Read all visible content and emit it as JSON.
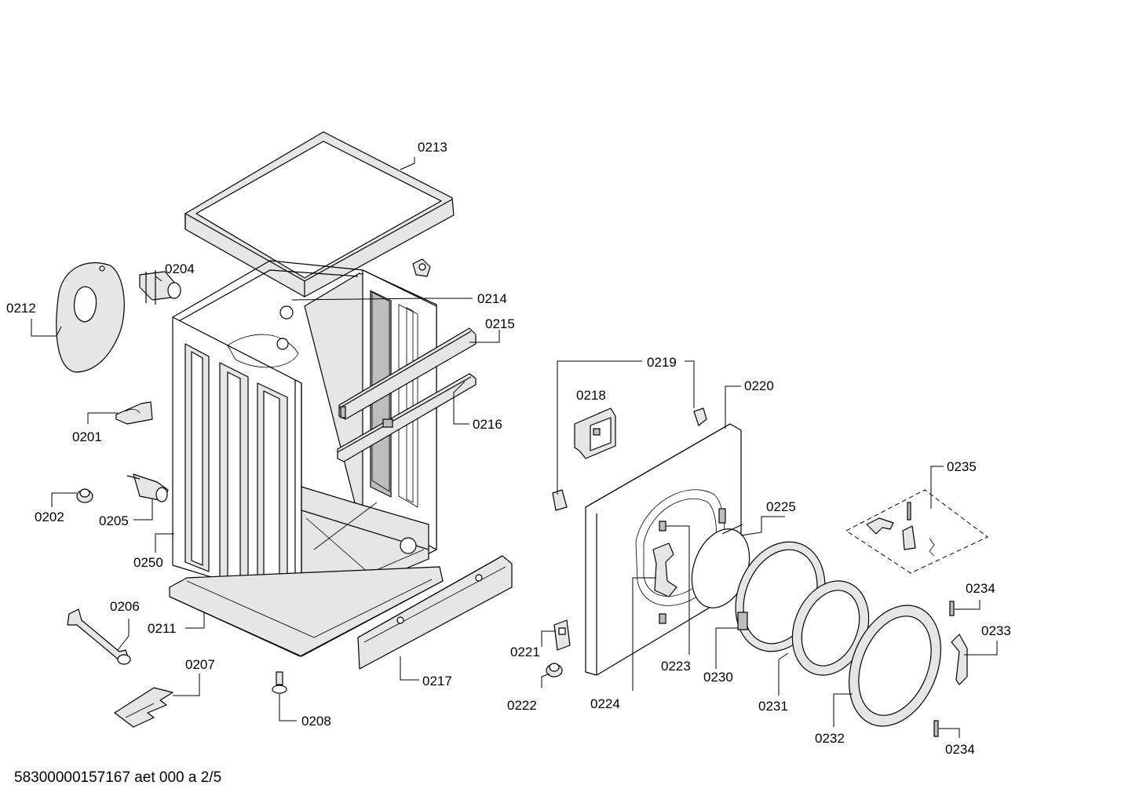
{
  "parts": {
    "p0201": "0201",
    "p0202": "0202",
    "p0204": "0204",
    "p0205": "0205",
    "p0206": "0206",
    "p0207": "0207",
    "p0208": "0208",
    "p0211": "0211",
    "p0212": "0212",
    "p0213": "0213",
    "p0214": "0214",
    "p0215": "0215",
    "p0216": "0216",
    "p0217": "0217",
    "p0218": "0218",
    "p0219": "0219",
    "p0220": "0220",
    "p0221": "0221",
    "p0222": "0222",
    "p0223": "0223",
    "p0224": "0224",
    "p0225": "0225",
    "p0230": "0230",
    "p0231": "0231",
    "p0232": "0232",
    "p0233": "0233",
    "p0234": "0234",
    "p0235": "0235",
    "p0250": "0250"
  },
  "footer": "58300000157167 aet 000 a 2/5"
}
